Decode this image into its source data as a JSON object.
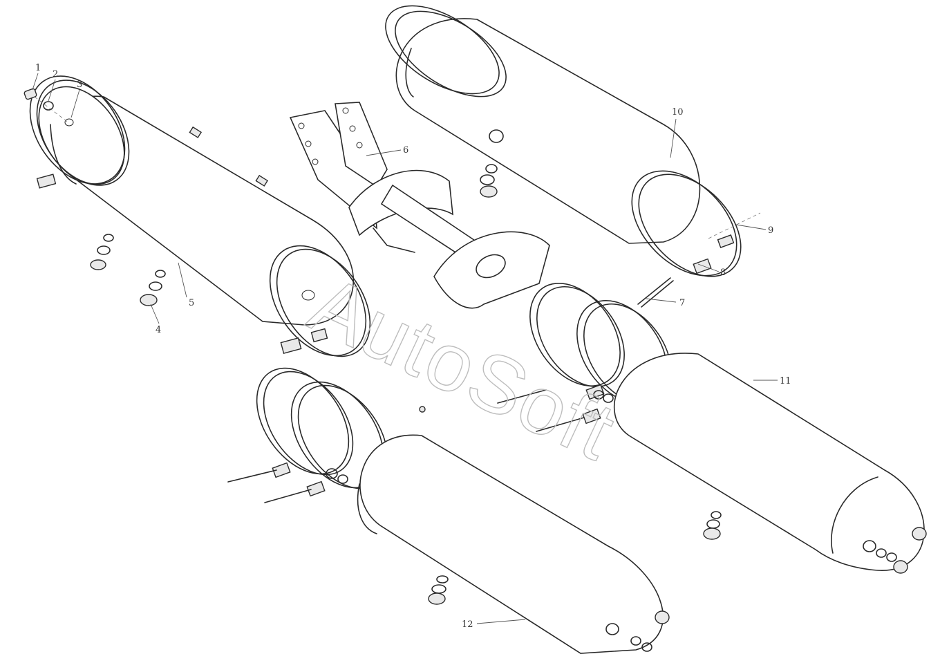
{
  "diagram": {
    "callouts": [
      "1",
      "2",
      "3",
      "4",
      "5",
      "6",
      "7",
      "8",
      "9",
      "10",
      "11",
      "12"
    ],
    "watermark": "AutoSoft"
  }
}
